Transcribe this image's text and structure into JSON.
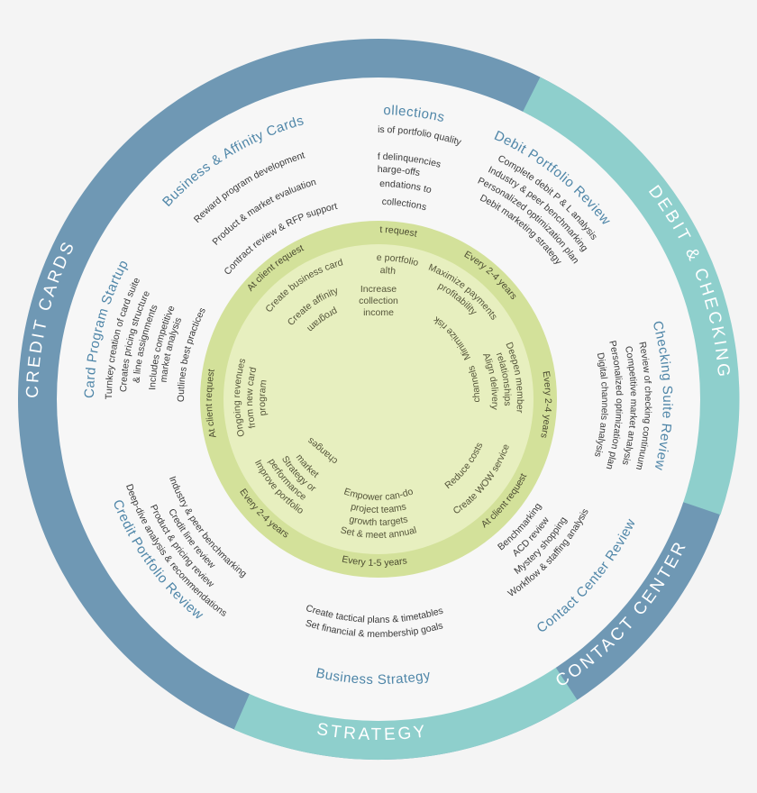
{
  "colors": {
    "background": "#f4f4f4",
    "steel_blue": "#6f98b4",
    "teal": "#8ecfcc",
    "white_ring": "#f7f7f7",
    "green_ring": "#d3e19a",
    "green_core": "#e7efbf",
    "title_blue": "#4f86a8"
  },
  "outer_ring": {
    "credit_cards": "CREDIT CARDS",
    "debit_checking": "DEBIT & CHECKING",
    "contact_center": "CONTACT CENTER",
    "strategy": "STRATEGY"
  },
  "sections": {
    "risk_collections": {
      "title": "Risk & Collections",
      "item1": "Vintage analysis of portfolio quality",
      "item2a": "Analysis of delinquencies",
      "item2b": "and charge-offs",
      "item3a": "Recommendations to",
      "item3b": "improve collections"
    },
    "business_affinity": {
      "title": "Business & Affinity Cards",
      "item1": "Reward program development",
      "item2": "Product & market evaluation",
      "item3": "Contract review & RFP support"
    },
    "debit_portfolio": {
      "title": "Debit Portfolio Review",
      "item1": "Complete debit P & L analysis",
      "item2": "Industry & peer benchmarking",
      "item3": "Personalized optimization plan",
      "item4": "Debit marketing strategy"
    },
    "checking_suite": {
      "title": "Checking Suite Review",
      "item1": "Review of checking continuum",
      "item2": "Competitive market analysis",
      "item3": "Personalized optimization plan",
      "item4": "Digital channels analysis"
    },
    "card_program": {
      "title": "Card Program  Startup",
      "item1": "Turnkey creation of card suite",
      "item2a": "Creates pricing structure",
      "item2b": "& line assignments",
      "item3a": "Includes competitive",
      "item3b": "market analysis",
      "item4": "Outlines best practices"
    },
    "contact_center_review": {
      "title": "Contact Center Review",
      "item1": "Benchmarking",
      "item2": "ACD review",
      "item3": "Mystery shopping",
      "item4": "Workflow & staffing analysis"
    },
    "credit_portfolio": {
      "title": "Credit Portfolio Review",
      "item1": "Deep-dive analysis & recommendations",
      "item2": "Product & pricing review",
      "item3": "Credit line review",
      "item4": "Industry & peer benchmarking"
    },
    "business_strategy": {
      "title": "Business Strategy",
      "item1": "Create tactical plans & timetables",
      "item2": "Set financial & membership goals"
    }
  },
  "frequency_ring": {
    "top": "At client request",
    "upper_right": "Every 2-4 years",
    "right": "Every 2-4 years",
    "lower_right": "At client request",
    "bottom": "Every 1-5 years",
    "lower_left": "Every 2-4 years",
    "left": "At client request",
    "upper_left": "At client request"
  },
  "outcomes": {
    "improve_health_a": "Improve portfolio",
    "improve_health_b": "health",
    "increase_income_a": "Increase",
    "increase_income_b": "collection",
    "increase_income_c": "income",
    "maximize_payments_a": "Maximize payments",
    "maximize_payments_b": "profitability",
    "minimize_risk": "Minimize risk",
    "deepen_a": "Deepen member",
    "deepen_b": "relationships",
    "align_a": "Align delivery",
    "align_b": "channels",
    "wow_service": "Create WOW service",
    "reduce_costs": "Reduce costs",
    "set_targets_a": "Set & meet annual",
    "set_targets_b": "growth targets",
    "empower_a": "Empower can-do",
    "empower_b": "project teams",
    "improve_perf_a": "Improve portfolio",
    "improve_perf_b": "performance",
    "strategy_a": "Strategy or",
    "strategy_b": "market",
    "strategy_c": "changes",
    "ongoing_a": "Ongoing revenues",
    "ongoing_b": "from new card",
    "ongoing_c": "program",
    "create_business_card": "Create business card",
    "create_affinity_a": "Create affinity",
    "create_affinity_b": "program"
  }
}
